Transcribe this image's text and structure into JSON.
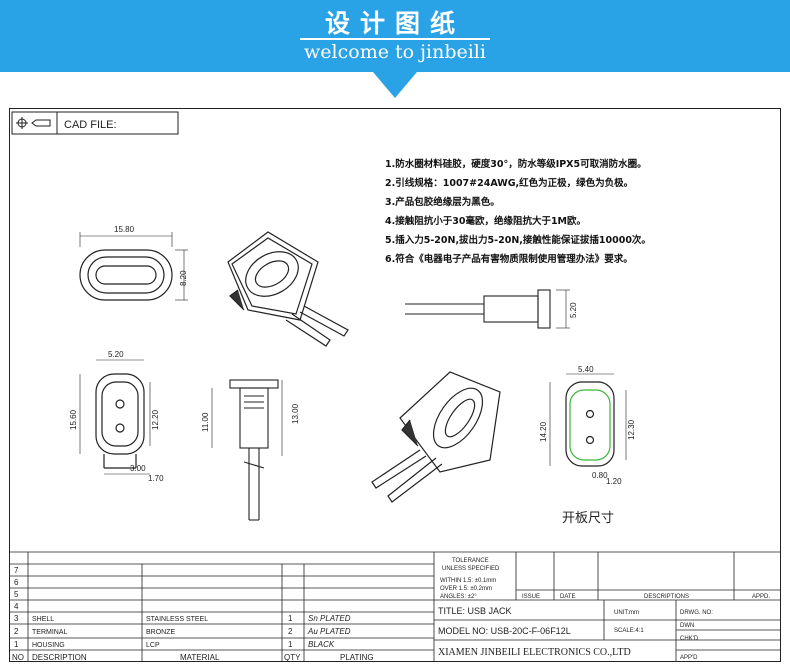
{
  "banner": {
    "title": "设计图纸",
    "subtitle": "welcome to jinbeili",
    "color": "#2aa2e6"
  },
  "cad_header": {
    "label": "CAD FILE:"
  },
  "notes": [
    "1.防水圈材料硅胶，硬度30°，防水等级IPX5可取消防水圈。",
    "2.引线规格：1007#24AWG,红色为正极，绿色为负极。",
    "3.产品包胶绝缘层为黑色。",
    "4.接触阻抗小于30毫欧，绝缘阻抗大于1M欧。",
    "5.插入力5-20N,拔出力5-20N,接触性能保证拔插10000次。",
    "6.符合《电器电子产品有害物质限制使用管理办法》要求。"
  ],
  "dimensions": {
    "top_width": "15.80",
    "top_height": "8.20",
    "side_height_right": "5.20",
    "front_width": "5.20",
    "front_height_outer": "15.60",
    "front_height_inner": "12.20",
    "front_bottom_a": "3.00",
    "front_bottom_b": "1.70",
    "side_height_a": "11.00",
    "side_height_b": "13.00",
    "panel_width": "5.40",
    "panel_height_outer": "14.20",
    "panel_height_inner": "12.30",
    "panel_hole_a": "0.80",
    "panel_hole_b": "1.20"
  },
  "panel_caption": "开板尺寸",
  "title_block": {
    "rows": [
      {
        "no": "7",
        "desc": "",
        "material": "",
        "qty": "",
        "plating": ""
      },
      {
        "no": "6",
        "desc": "",
        "material": "",
        "qty": "",
        "plating": ""
      },
      {
        "no": "5",
        "desc": "",
        "material": "",
        "qty": "",
        "plating": ""
      },
      {
        "no": "4",
        "desc": "",
        "material": "",
        "qty": "",
        "plating": ""
      },
      {
        "no": "3",
        "desc": "SHELL",
        "material": "STAINLESS STEEL",
        "qty": "1",
        "plating": "Sn PLATED"
      },
      {
        "no": "2",
        "desc": "TERMINAL",
        "material": "BRONZE",
        "qty": "2",
        "plating": "Au PLATED"
      },
      {
        "no": "1",
        "desc": "HOUSING",
        "material": "LCP",
        "qty": "1",
        "plating": "BLACK"
      }
    ],
    "headers": {
      "no": "NO",
      "desc": "DESCRIPTION",
      "material": "MATERIAL",
      "qty": "QTY",
      "plating": "PLATING"
    },
    "tolerance_title": "TOLERANCE",
    "tolerance_sub": "UNLESS SPECIFIED",
    "tolerance_1": "WITHIN 1.5: ±0.1mm",
    "tolerance_2": "OVER 1.5: ±0.2mm",
    "tolerance_3": "ANGLES: ±2°",
    "issue": "ISSUE",
    "date": "DATE",
    "descriptions": "DESCRIPTIONS",
    "appd": "APPD.",
    "title": "TITLE: USB JACK",
    "unit": "UNIT:mm",
    "drwg_no": "DRWG. NO:",
    "model_no": "MODEL NO: USB-20C-F-06F12L",
    "scale": "SCALE:4:1",
    "dwn": "DWN",
    "chkd": "CHK'D",
    "company": "XIAMEN JINBEILI ELECTRONICS CO.,LTD",
    "appd2": "APP'D"
  }
}
